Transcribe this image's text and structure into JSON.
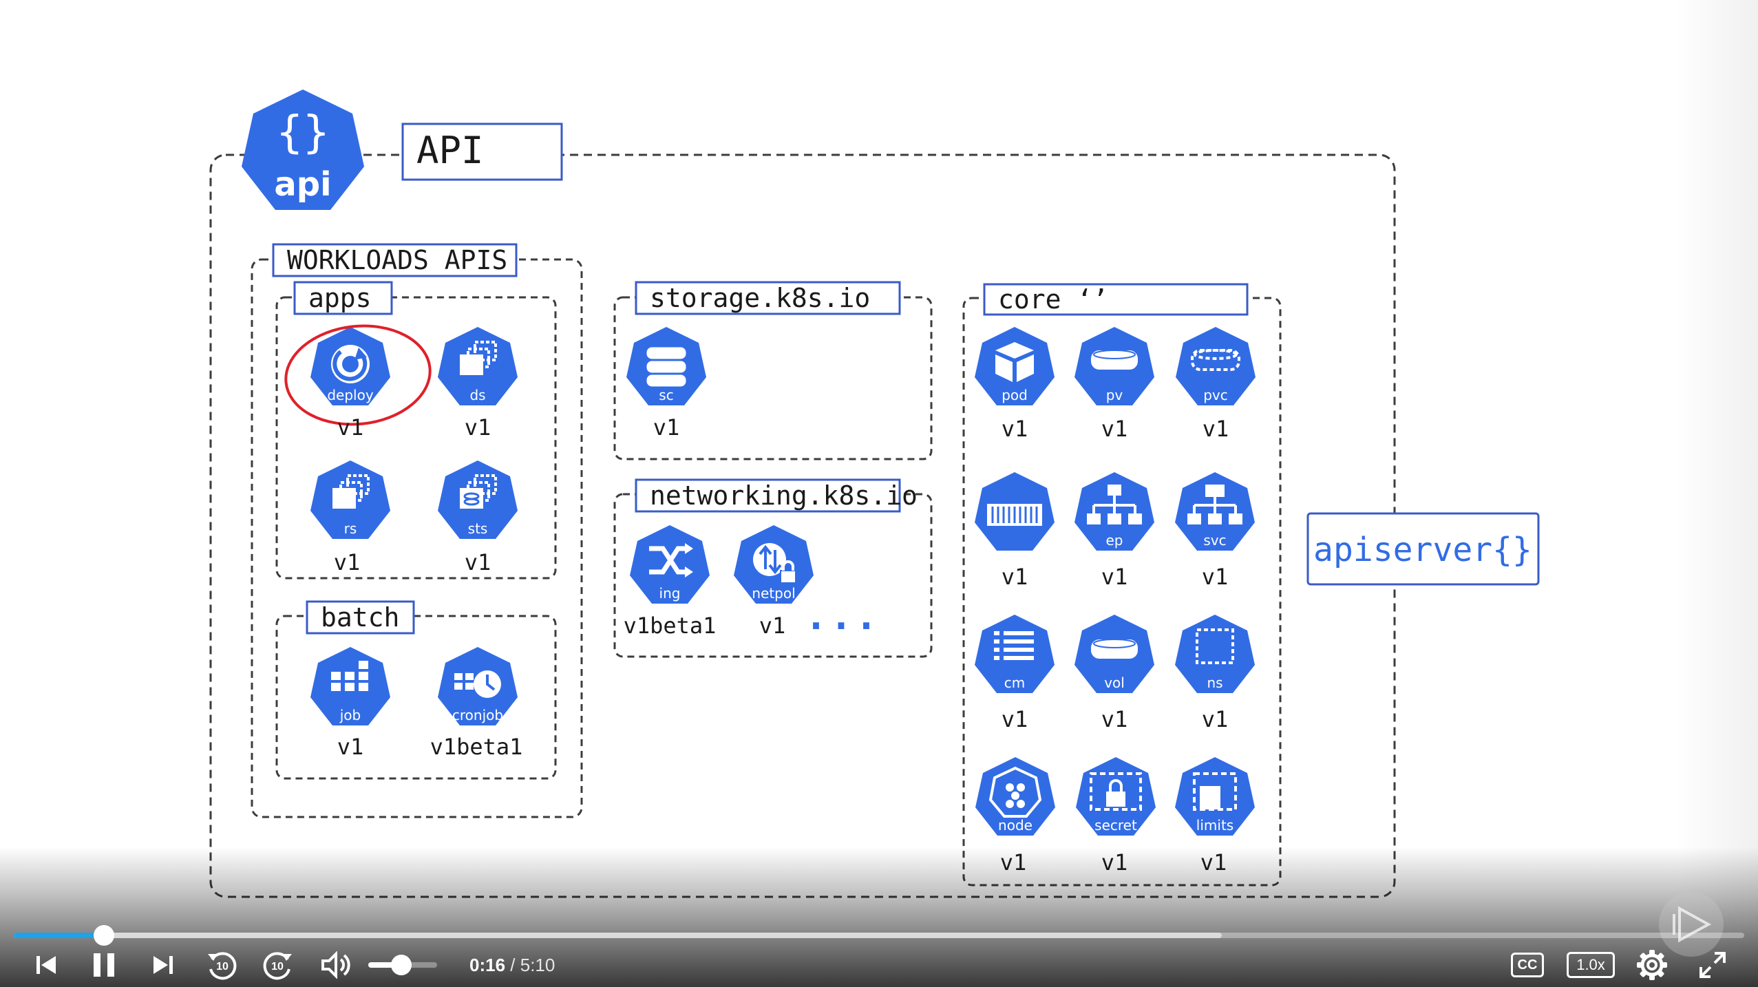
{
  "colors": {
    "k8s_blue": "#326ce5",
    "group_border": "#3a5bc7",
    "progress_played": "#1fa2e8"
  },
  "slide": {
    "api_icon": {
      "glyph": "{}",
      "label": "api"
    },
    "api_title": "API",
    "apiserver_label": "apiserver{}",
    "workloads": {
      "title": "WORKLOADS APIS",
      "apps": {
        "title": "apps",
        "items": [
          {
            "label": "deploy",
            "version": "v1",
            "icon": "deployment-icon",
            "highlighted": true
          },
          {
            "label": "ds",
            "version": "v1",
            "icon": "daemonset-icon"
          },
          {
            "label": "rs",
            "version": "v1",
            "icon": "replicaset-icon"
          },
          {
            "label": "sts",
            "version": "v1",
            "icon": "statefulset-icon"
          }
        ]
      },
      "batch": {
        "title": "batch",
        "items": [
          {
            "label": "job",
            "version": "v1",
            "icon": "job-icon"
          },
          {
            "label": "cronjob",
            "version": "v1beta1",
            "icon": "cronjob-icon"
          }
        ]
      }
    },
    "storage": {
      "title": "storage.k8s.io",
      "items": [
        {
          "label": "sc",
          "version": "v1",
          "icon": "storageclass-icon"
        }
      ]
    },
    "networking": {
      "title": "networking.k8s.io",
      "items": [
        {
          "label": "ing",
          "version": "v1beta1",
          "icon": "ingress-icon"
        },
        {
          "label": "netpol",
          "version": "v1",
          "icon": "networkpolicy-icon"
        }
      ],
      "more": "..."
    },
    "core": {
      "title": "core ‘’",
      "items": [
        {
          "label": "pod",
          "version": "v1",
          "icon": "pod-icon"
        },
        {
          "label": "pv",
          "version": "v1",
          "icon": "persistentvolume-icon"
        },
        {
          "label": "pvc",
          "version": "v1",
          "icon": "persistentvolumeclaim-icon"
        },
        {
          "label": "",
          "version": "v1",
          "icon": "container-icon"
        },
        {
          "label": "ep",
          "version": "v1",
          "icon": "endpoints-icon"
        },
        {
          "label": "svc",
          "version": "v1",
          "icon": "service-icon"
        },
        {
          "label": "cm",
          "version": "v1",
          "icon": "configmap-icon"
        },
        {
          "label": "vol",
          "version": "v1",
          "icon": "volume-icon"
        },
        {
          "label": "ns",
          "version": "v1",
          "icon": "namespace-icon"
        },
        {
          "label": "node",
          "version": "v1",
          "icon": "node-icon"
        },
        {
          "label": "secret",
          "version": "v1",
          "icon": "secret-icon"
        },
        {
          "label": "limits",
          "version": "v1",
          "icon": "limitrange-icon"
        }
      ]
    }
  },
  "player": {
    "current_time": "0:16",
    "separator": "/",
    "total_time": "5:10",
    "progress_fraction": 0.052,
    "buffered_fraction": 0.698,
    "volume_fraction": 0.48,
    "speed": "1.0x",
    "cc_label": "CC",
    "skip_back_seconds": "10",
    "skip_forward_seconds": "10",
    "controls": [
      "previous-icon",
      "pause-icon",
      "next-icon",
      "rewind-10-icon",
      "forward-10-icon",
      "volume-icon",
      "captions-icon",
      "speed-icon",
      "settings-gear-icon",
      "fullscreen-icon"
    ]
  }
}
